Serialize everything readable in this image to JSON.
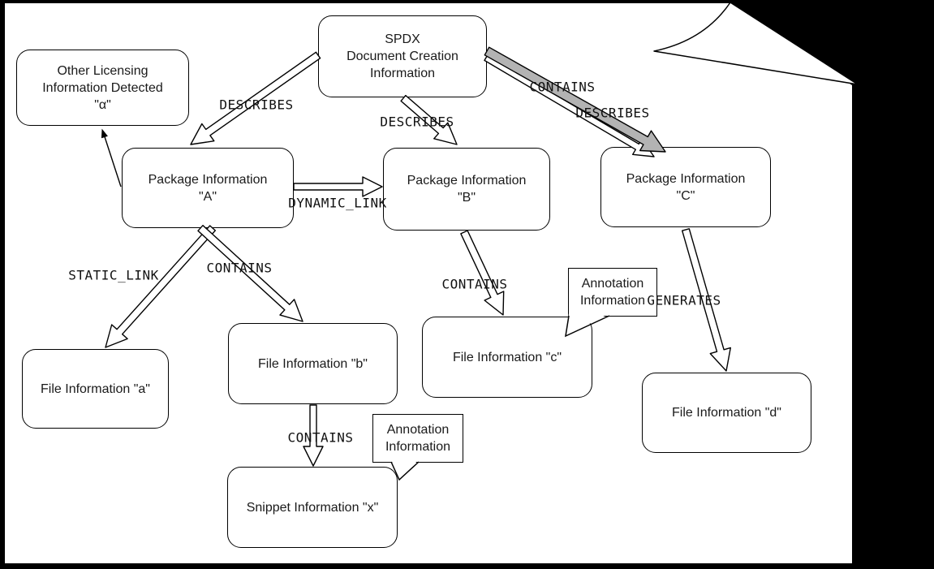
{
  "page": {
    "background_color": "#000000",
    "paper_color": "#ffffff"
  },
  "diagram": {
    "nodes": {
      "spdx": {
        "line1": "SPDX",
        "line2": "Document Creation",
        "line3": "Information"
      },
      "other_licensing": {
        "line1": "Other Licensing",
        "line2": "Information Detected",
        "line3": "\"α\""
      },
      "package_a": {
        "line1": "Package Information",
        "line2": "\"A\""
      },
      "package_b": {
        "line1": "Package Information",
        "line2": "\"B\""
      },
      "package_c": {
        "line1": "Package Information",
        "line2": "\"C\""
      },
      "file_a": {
        "line1": "File Information \"a\""
      },
      "file_b": {
        "line1": "File Information \"b\""
      },
      "file_c": {
        "line1": "File Information \"c\""
      },
      "file_d": {
        "line1": "File Information \"d\""
      },
      "snippet_x": {
        "line1": "Snippet Information \"x\""
      }
    },
    "callouts": {
      "annotation_file_c": {
        "line1": "Annotation",
        "line2": "Information"
      },
      "annotation_snippet_x": {
        "line1": "Annotation",
        "line2": "Information"
      }
    },
    "edge_labels": {
      "describes_a": "DESCRIBES",
      "describes_b": "DESCRIBES",
      "contains_c": "CONTAINS",
      "describes_c": "DESCRIBES",
      "dynamic_link": "DYNAMIC_LINK",
      "static_link": "STATIC_LINK",
      "contains_file_b": "CONTAINS",
      "contains_file_c": "CONTAINS",
      "generates_file_d": "GENERATES",
      "contains_snippet_x": "CONTAINS"
    },
    "colors": {
      "node_fill": "#ffffff",
      "node_stroke": "#000000",
      "arrow_fill": "#ffffff",
      "contains_c_arrow_fill": "#b3b3b3",
      "text_color": "#1a1a1a"
    }
  }
}
